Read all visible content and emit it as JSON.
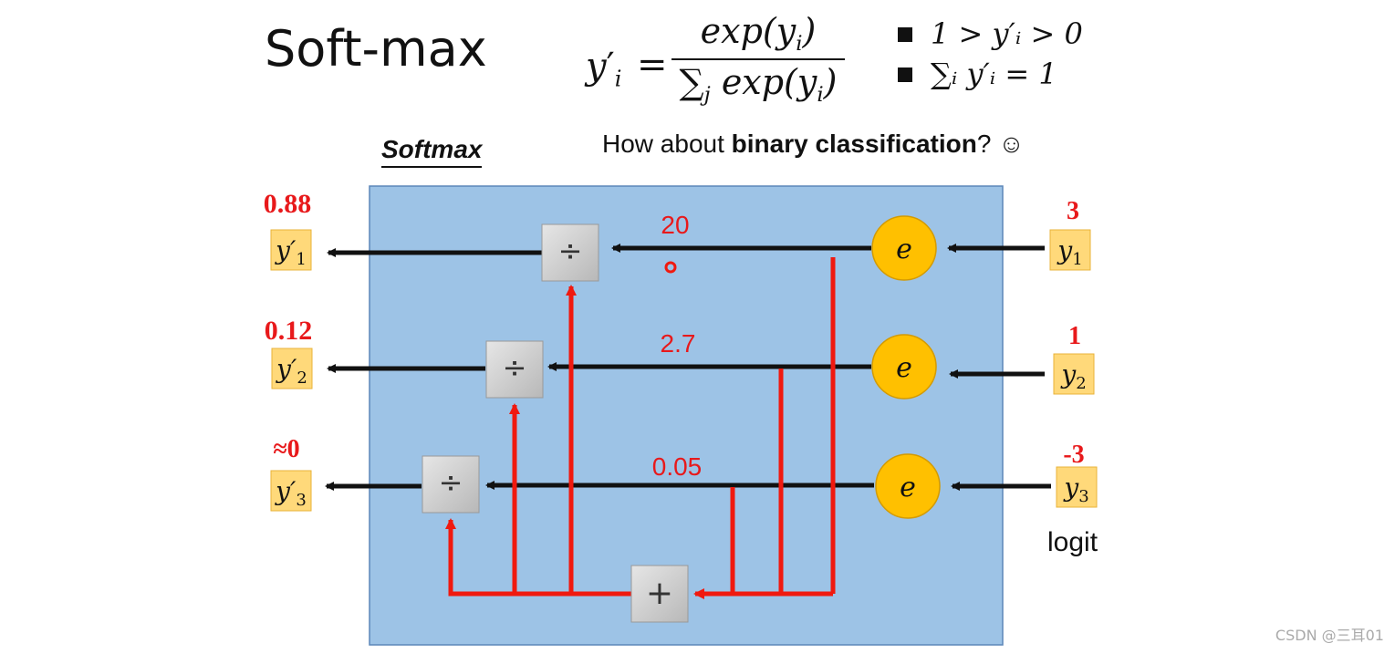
{
  "title": "Soft-max",
  "formula": {
    "numerator": "exp(y",
    "denominator_prefix": "∑",
    "denominator_sub": "j",
    "denominator_body": "exp(y",
    "sub_i": "i",
    "close": ")",
    "lhs": "y",
    "eq": "="
  },
  "properties": [
    "1 > y′ᵢ > 0",
    "∑ᵢ y′ᵢ = 1"
  ],
  "softmax_label": "Softmax",
  "question": {
    "prefix": "How about ",
    "bold": "binary classification",
    "suffix": "? ☺"
  },
  "inputs": [
    {
      "label": "y",
      "sub": "1",
      "value": "3"
    },
    {
      "label": "y",
      "sub": "2",
      "value": "1"
    },
    {
      "label": "y",
      "sub": "3",
      "value": "-3"
    }
  ],
  "outputs": [
    {
      "label": "y′",
      "sub": "1",
      "value": "0.88"
    },
    {
      "label": "y′",
      "sub": "2",
      "value": "0.12"
    },
    {
      "label": "y′",
      "sub": "3",
      "value": "≈0"
    }
  ],
  "exp_values": [
    "20",
    "2.7",
    "0.05"
  ],
  "exp_symbol": "e",
  "divide_symbol": "÷",
  "sum_symbol": "+",
  "logit_label": "logit",
  "watermark": "CSDN @三耳01",
  "colors": {
    "panel": "#9dc3e6",
    "panel_border": "#5b86b8",
    "exp_node": "#ffc000",
    "label_box": "#ffd97a",
    "red": "#f0190f",
    "gray_box": "#d0d0d0"
  }
}
